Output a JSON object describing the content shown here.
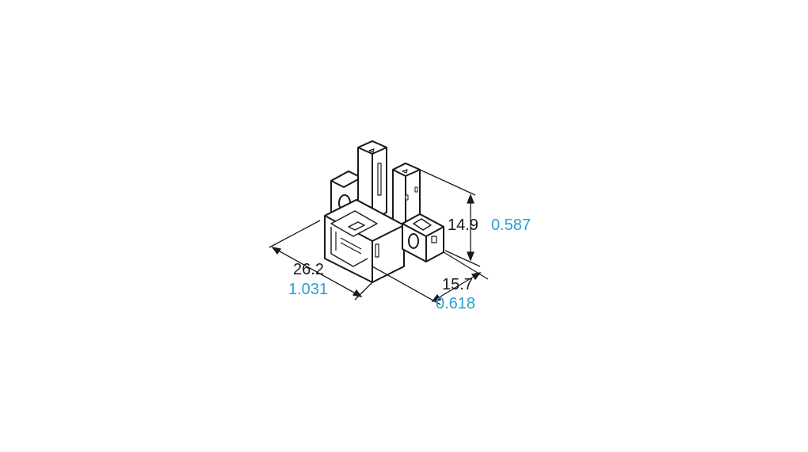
{
  "diagram": {
    "subject": "Slot-type photoelectric sensor (isometric outline drawing)",
    "colors": {
      "line": "#1a1a1a",
      "metric": "#1a1a1a",
      "imperial": "#2a9fd6",
      "background": "#ffffff"
    },
    "dimensions": {
      "width": {
        "mm": "26.2",
        "inch": "1.031"
      },
      "depth": {
        "mm": "15.7",
        "inch": "0.618"
      },
      "height": {
        "mm": "14.9",
        "inch": "0.587"
      }
    }
  }
}
